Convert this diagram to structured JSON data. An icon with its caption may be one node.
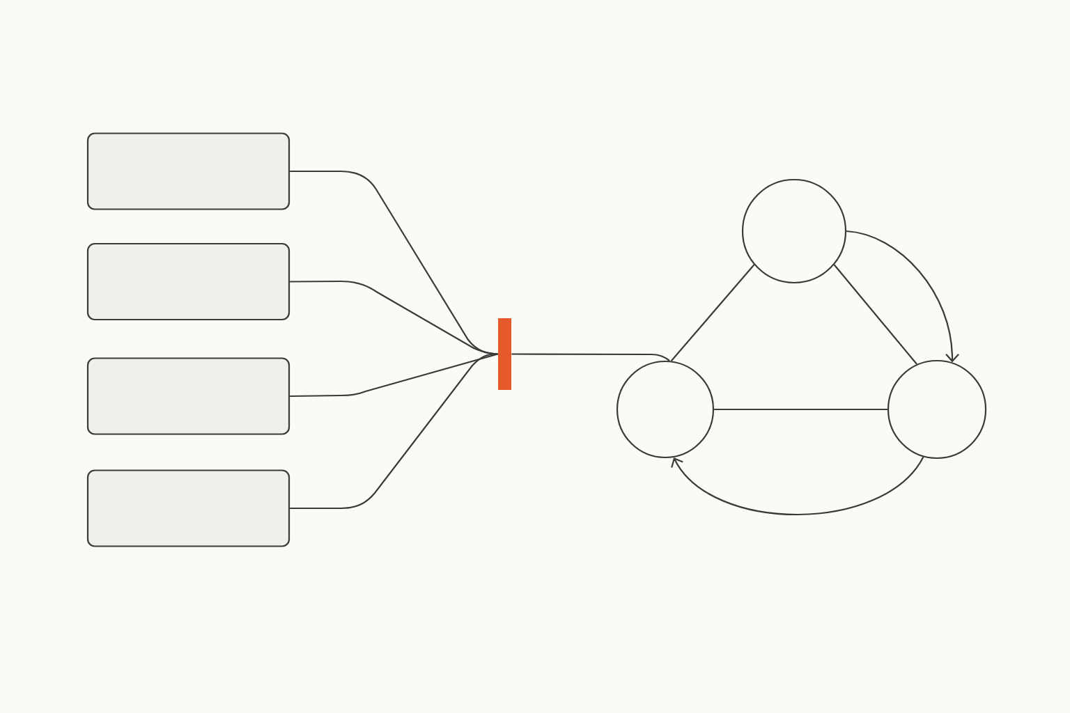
{
  "diagram": {
    "nodes": [
      {
        "text": [],
        "shape": "box"
      },
      {
        "text": [],
        "shape": "box"
      },
      {
        "text": [],
        "shape": "box"
      },
      {
        "text": [],
        "shape": "box"
      },
      {
        "text": [],
        "shape": "bar"
      },
      {
        "text": [],
        "shape": "circle"
      },
      {
        "text": [],
        "shape": "circle"
      },
      {
        "text": [],
        "shape": "circle"
      }
    ],
    "edges": [
      {
        "from": 0,
        "to": 4,
        "arrow": "none"
      },
      {
        "from": 1,
        "to": 4,
        "arrow": "none"
      },
      {
        "from": 2,
        "to": 4,
        "arrow": "none"
      },
      {
        "from": 3,
        "to": 4,
        "arrow": "none"
      },
      {
        "from": 4,
        "to": 6,
        "arrow": "none"
      },
      {
        "from": 5,
        "to": 6,
        "arrow": "none"
      },
      {
        "from": 5,
        "to": 7,
        "arrow": "none"
      },
      {
        "from": 6,
        "to": 7,
        "arrow": "none"
      },
      {
        "from": 5,
        "to": 7,
        "arrow": "to"
      },
      {
        "from": 7,
        "to": 6,
        "arrow": "to"
      }
    ]
  }
}
